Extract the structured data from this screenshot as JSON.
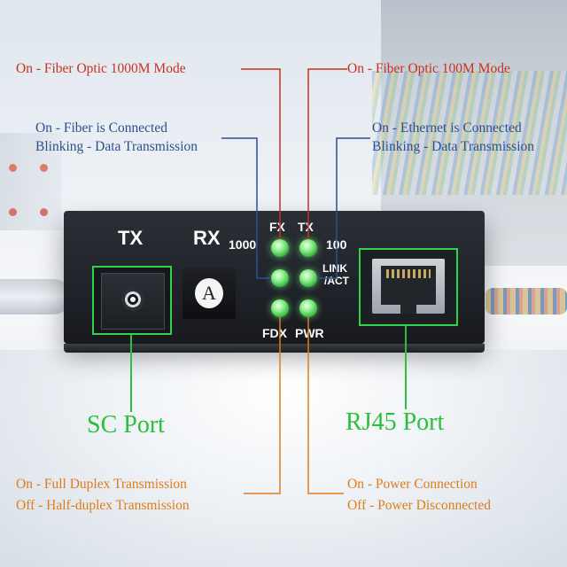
{
  "annotations": {
    "fiber_1000m": "On - Fiber Optic 1000M Mode",
    "fiber_100m": "On - Fiber Optic 100M Mode",
    "fiber_connected_line1": "On - Fiber is Connected",
    "fiber_connected_line2": "Blinking - Data Transmission",
    "ethernet_connected_line1": "On - Ethernet is Connected",
    "ethernet_connected_line2": "Blinking - Data Transmission",
    "full_duplex_line1": "On - Full Duplex Transmission",
    "full_duplex_line2": "Off - Half-duplex Transmission",
    "power_line1": "On - Power Connection",
    "power_line2": "Off - Power Disconnected",
    "sc_port": "SC Port",
    "rj45_port": "RJ45 Port"
  },
  "device": {
    "tx": "TX",
    "rx": "RX",
    "port_letter": "A",
    "led_1000": "1000",
    "led_fx": "FX",
    "led_tx": "TX",
    "led_100": "100",
    "led_link": "LINK",
    "led_act": "/ACT",
    "led_fdx": "FDX",
    "led_pwr": "PWR"
  },
  "colors": {
    "red": "#c8321e",
    "blue": "#2e4f8f",
    "orange": "#e07b1c",
    "green": "#2bbf3c",
    "led_green": "#8ff08c"
  }
}
